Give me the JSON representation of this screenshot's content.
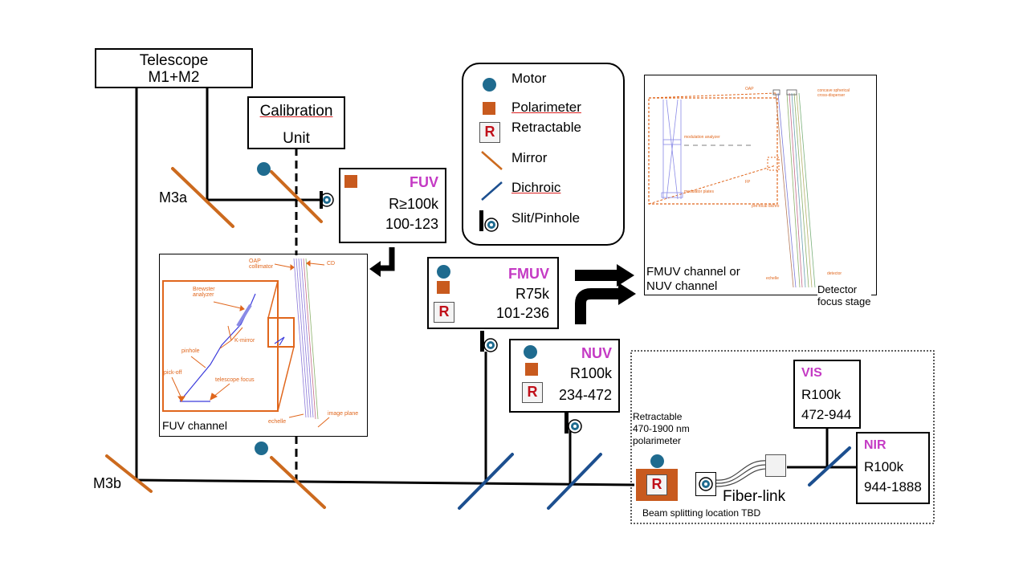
{
  "telescope": {
    "line1": "Telescope",
    "line2": "M1+M2"
  },
  "calibration": {
    "line1": "Calibration",
    "line2": "Unit"
  },
  "mirrors": {
    "m3a": "M3a",
    "m3b": "M3b"
  },
  "fuv": {
    "name": "FUV",
    "resolution": "R≥100k",
    "range": "100-123"
  },
  "fmuv": {
    "name": "FMUV",
    "resolution": "R75k",
    "range": "101-236"
  },
  "nuv": {
    "name": "NUV",
    "resolution": "R100k",
    "range": "234-472"
  },
  "vis": {
    "name": "VIS",
    "resolution": "R100k",
    "range": "472-944"
  },
  "nir": {
    "name": "NIR",
    "resolution": "R100k",
    "range": "944-1888"
  },
  "legend": {
    "motor": "Motor",
    "polarimeter": "Polarimeter",
    "retractable": "Retractable",
    "mirror": "Mirror",
    "dichroic": "Dichroic",
    "slit": "Slit/Pinhole",
    "r_symbol": "R"
  },
  "r_symbol": "R",
  "fuv_inset": {
    "caption": "FUV channel",
    "oap": "OAP\ncollimator",
    "cd": "CD",
    "brewster": "Brewster\nanalyzer",
    "kmirror": "K-mirror",
    "pinhole": "pinhole",
    "pickoff": "pick-off",
    "telescope_focus": "telescope focus",
    "echelle": "echelle",
    "image_plane": "image plane"
  },
  "fmuv_inset": {
    "caption": "FMUV channel or\nNUV channel",
    "detector_stage": "Detector\nfocus stage",
    "oap": "OAP",
    "concave": "concave spherical\ncross-disperser",
    "modulation_analyzer": "modulation analyzer",
    "modulator_plates": "modulator plates",
    "fp": "FP",
    "prefocal": "pre-focal dichro",
    "echelle": "echelle",
    "detector": "detector"
  },
  "beam": {
    "retractable_note": "Retractable\n470-1900 nm\npolarimeter",
    "fiber": "Fiber-link",
    "splitting": "Beam splitting location TBD"
  },
  "colors": {
    "mirror": "#cc6a1e",
    "dichroic": "#1c4f8f",
    "motor": "#1f6b8f",
    "polarimeter": "#c85a1e",
    "channel_name": "#c43ac4",
    "annotation": "#e0661c"
  }
}
